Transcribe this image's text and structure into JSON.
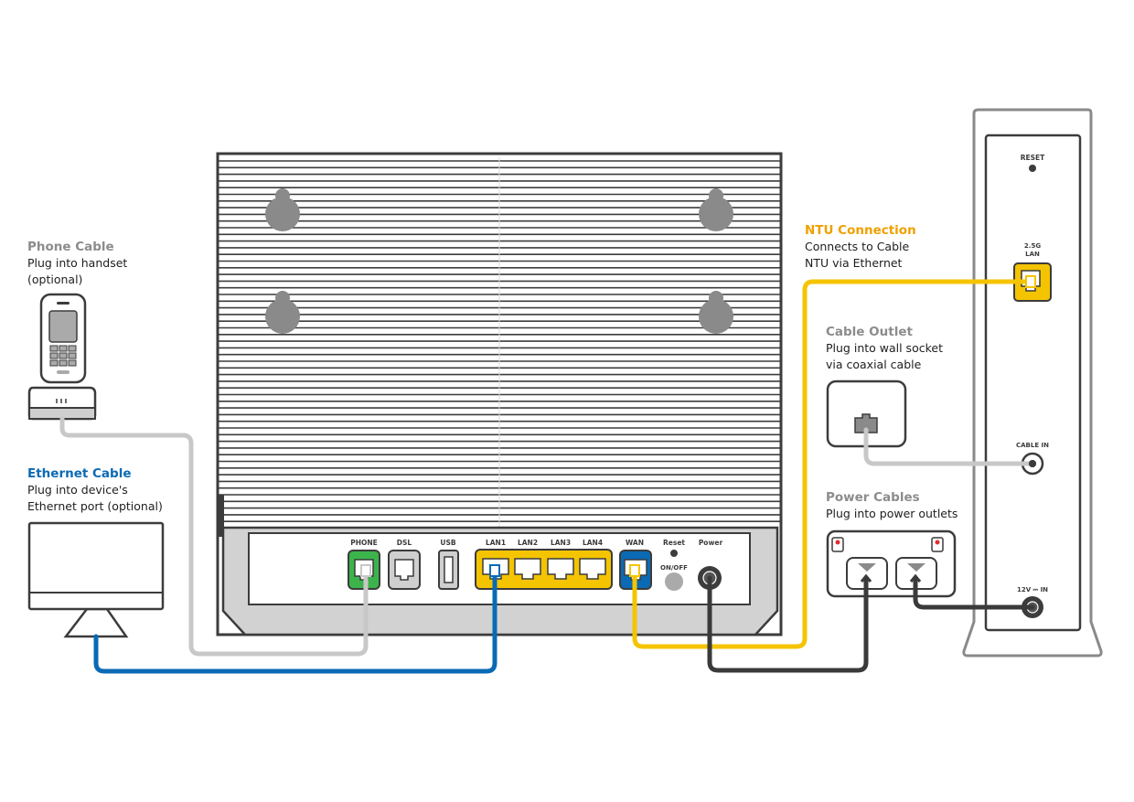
{
  "callouts": {
    "phone_cable": {
      "title": "Phone Cable",
      "line1": "Plug into handset",
      "line2": "(optional)"
    },
    "ethernet_cable": {
      "title": "Ethernet Cable",
      "line1": "Plug into device's",
      "line2": "Ethernet port (optional)"
    },
    "ntu_connection": {
      "title": "NTU Connection",
      "line1": "Connects to Cable",
      "line2": "NTU via Ethernet"
    },
    "cable_outlet": {
      "title": "Cable Outlet",
      "line1": "Plug into wall socket",
      "line2": "via coaxial cable"
    },
    "power_cables": {
      "title": "Power Cables",
      "line1": "Plug into power outlets"
    }
  },
  "router_ports": {
    "phone": "PHONE",
    "dsl": "DSL",
    "usb": "USB",
    "lan1": "LAN1",
    "lan2": "LAN2",
    "lan3": "LAN3",
    "lan4": "LAN4",
    "wan": "WAN",
    "reset": "Reset",
    "onoff": "ON/OFF",
    "power": "Power"
  },
  "ntu_ports": {
    "reset": "RESET",
    "lan_top": "2.5G",
    "lan_bottom": "LAN",
    "cable_in": "CABLE IN",
    "power_in": "12V ⎓ IN"
  },
  "colors": {
    "phone_cable": "#c8c8c8",
    "ethernet_cable": "#0a6ab4",
    "ntu_cable": "#f5c400",
    "power_cable": "#3a3a3a",
    "phone_title": "#8c8c8c",
    "ethernet_title": "#0a6ab4",
    "ntu_title": "#f0a000",
    "outlet_title": "#8c8c8c",
    "power_title": "#8c8c8c",
    "phone_port": "#3cb44b",
    "lan_port": "#f5c400",
    "wan_port": "#0a6ab4",
    "outline": "#3c3c3c"
  }
}
